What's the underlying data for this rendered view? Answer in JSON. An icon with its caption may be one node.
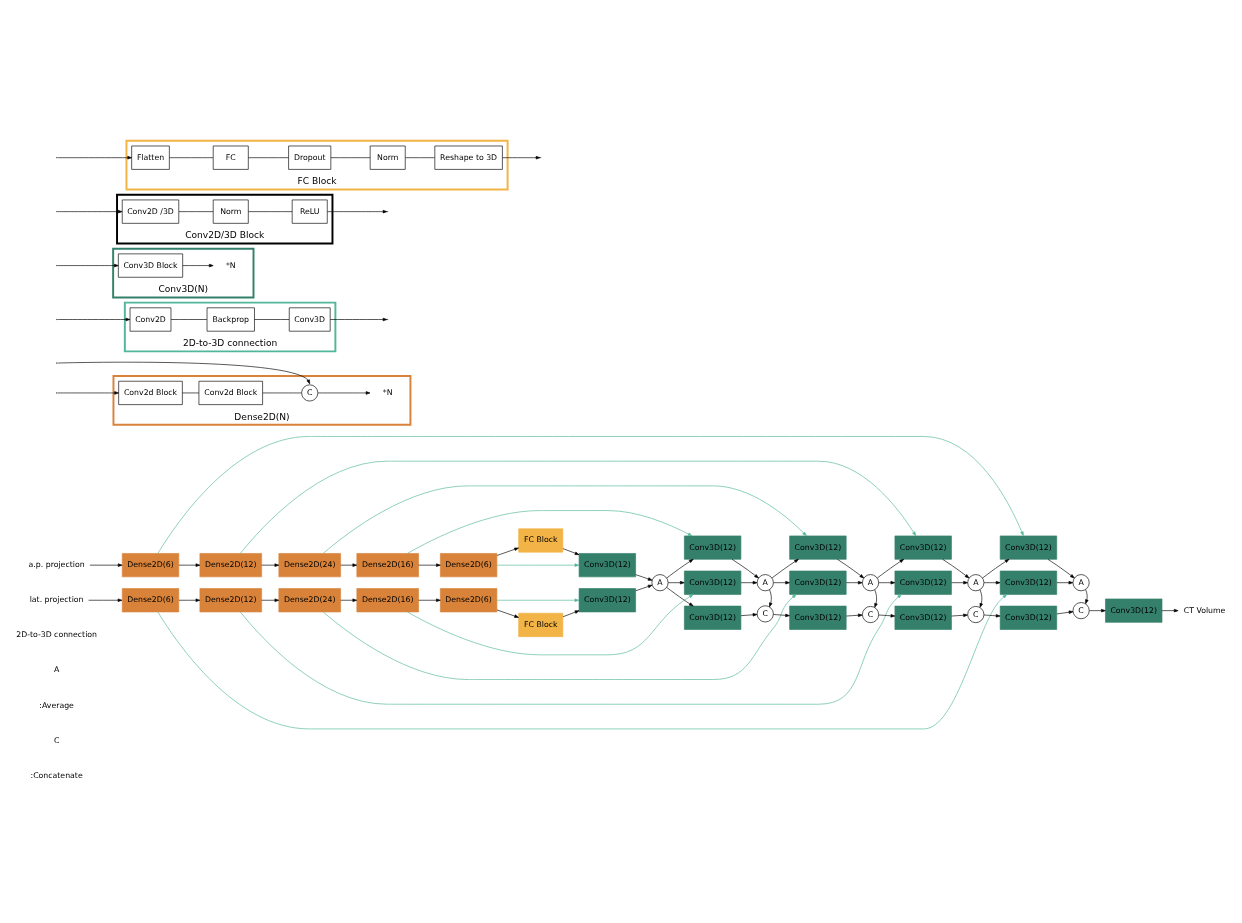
{
  "diagram": {
    "nodes": [
      {
        "text": [
          "a.p. projection"
        ]
      },
      {
        "text": [
          "Dense2D(6)"
        ]
      },
      {
        "text": [
          "Dense2D(12)"
        ]
      },
      {
        "text": [
          "Dense2D(24)"
        ]
      },
      {
        "text": [
          "Dense2D(16)"
        ]
      },
      {
        "text": [
          "Dense2D(6)"
        ]
      },
      {
        "text": [
          "FC Block"
        ]
      },
      {
        "text": [
          "Conv3D(12)"
        ]
      },
      {
        "text": [
          "lat. projection"
        ]
      },
      {
        "text": [
          "Dense2D(6)"
        ]
      },
      {
        "text": [
          "Dense2D(12)"
        ]
      },
      {
        "text": [
          "Dense2D(24)"
        ]
      },
      {
        "text": [
          "Dense2D(16)"
        ]
      },
      {
        "text": [
          "Dense2D(6)"
        ]
      },
      {
        "text": [
          "FC Block"
        ]
      },
      {
        "text": [
          "Conv3D(12)"
        ]
      },
      {
        "text": [
          "Conv3D(12)"
        ]
      },
      {
        "text": [
          "Conv3D(12)"
        ]
      },
      {
        "text": [
          "Conv3D(12)"
        ]
      },
      {
        "text": [
          "Conv3D(12)"
        ]
      },
      {
        "text": [
          "Conv3D(12)"
        ]
      },
      {
        "text": [
          "Conv3D(12)"
        ]
      },
      {
        "text": [
          "Conv3D(12)"
        ]
      },
      {
        "text": [
          "Conv3D(12)"
        ]
      },
      {
        "text": [
          "A"
        ]
      },
      {
        "text": [
          "A"
        ]
      },
      {
        "text": [
          "A"
        ]
      },
      {
        "text": [
          "A"
        ]
      },
      {
        "text": [
          "A"
        ]
      },
      {
        "text": [
          "Conv3D(12)"
        ]
      },
      {
        "text": [
          "Conv3D(12)"
        ]
      },
      {
        "text": [
          "Conv3D(12)"
        ]
      },
      {
        "text": [
          "Conv3D(12)"
        ]
      },
      {
        "text": [
          "Conv3D(12)"
        ]
      },
      {
        "text": [
          "C"
        ]
      },
      {
        "text": [
          "C"
        ]
      },
      {
        "text": [
          "C"
        ]
      },
      {
        "text": [
          "C"
        ]
      },
      {
        "text": [
          "CT Volume"
        ]
      },
      {
        "text": [
          "Dense2D(N)"
        ]
      },
      {
        "text": [
          "Conv2d Block"
        ],
        "in": 39
      },
      {
        "text": [
          "Conv2d Block"
        ],
        "in": 39
      },
      {
        "text": [
          "C"
        ],
        "in": 39
      },
      {
        "text": [
          "*N"
        ],
        "in": 39
      },
      {
        "text": [
          "2D-to-3D connection"
        ]
      },
      {
        "text": [
          "Conv2D"
        ],
        "in": 44
      },
      {
        "text": [
          "Backprop"
        ],
        "in": 44
      },
      {
        "text": [
          "Conv3D"
        ],
        "in": 44
      },
      {
        "text": [
          "Conv3D(N)"
        ]
      },
      {
        "text": [
          "Conv3D Block"
        ],
        "in": 48
      },
      {
        "text": [
          "*N"
        ],
        "in": 48
      },
      {
        "text": [
          "Conv2D/3D Block"
        ]
      },
      {
        "text": [
          "Conv2D /3D"
        ],
        "in": 51
      },
      {
        "text": [
          "Norm"
        ],
        "in": 51
      },
      {
        "text": [
          "ReLU"
        ],
        "in": 51
      },
      {
        "text": [
          "FC Block"
        ]
      },
      {
        "text": [
          "Flatten"
        ],
        "in": 55
      },
      {
        "text": [
          "FC"
        ],
        "in": 55
      },
      {
        "text": [
          "Dropout"
        ],
        "in": 55
      },
      {
        "text": [
          "Norm"
        ],
        "in": 55
      },
      {
        "text": [
          "Reshape to 3D"
        ],
        "in": 55
      }
    ],
    "edges": [
      {
        "from": 0,
        "to": 1,
        "arrow": "to"
      },
      {
        "from": 1,
        "to": 2,
        "arrow": "to"
      },
      {
        "from": 2,
        "to": 3,
        "arrow": "to"
      },
      {
        "from": 3,
        "to": 4,
        "arrow": "to"
      },
      {
        "from": 4,
        "to": 5,
        "arrow": "to"
      },
      {
        "from": 5,
        "to": 6,
        "arrow": "to"
      },
      {
        "from": 6,
        "to": 7,
        "arrow": "to"
      },
      {
        "from": 8,
        "to": 9,
        "arrow": "to"
      },
      {
        "from": 9,
        "to": 10,
        "arrow": "to"
      },
      {
        "from": 10,
        "to": 11,
        "arrow": "to"
      },
      {
        "from": 11,
        "to": 12,
        "arrow": "to"
      },
      {
        "from": 12,
        "to": 13,
        "arrow": "to"
      },
      {
        "from": 13,
        "to": 14,
        "arrow": "to"
      },
      {
        "from": 14,
        "to": 15,
        "arrow": "to"
      },
      {
        "from": 1,
        "to": 19,
        "arrow": "to",
        "color": "#52b79a"
      },
      {
        "from": 2,
        "to": 18,
        "arrow": "to",
        "color": "#52b79a"
      },
      {
        "from": 3,
        "to": 17,
        "arrow": "to",
        "color": "#52b79a"
      },
      {
        "from": 4,
        "to": 16,
        "arrow": "to",
        "color": "#52b79a"
      },
      {
        "from": 5,
        "to": 7,
        "arrow": "to",
        "color": "#52b79a"
      },
      {
        "from": 9,
        "to": 23,
        "arrow": "to",
        "color": "#52b79a"
      },
      {
        "from": 10,
        "to": 22,
        "arrow": "to",
        "color": "#52b79a"
      },
      {
        "from": 11,
        "to": 21,
        "arrow": "to",
        "color": "#52b79a"
      },
      {
        "from": 12,
        "to": 20,
        "arrow": "to",
        "color": "#52b79a"
      },
      {
        "from": 13,
        "to": 15,
        "arrow": "to",
        "color": "#52b79a"
      },
      {
        "from": 7,
        "to": 24,
        "arrow": "to"
      },
      {
        "from": 15,
        "to": 24,
        "arrow": "to"
      },
      {
        "from": 16,
        "to": 25,
        "arrow": "to"
      },
      {
        "from": 20,
        "to": 25,
        "arrow": "to"
      },
      {
        "from": 17,
        "to": 26,
        "arrow": "to"
      },
      {
        "from": 21,
        "to": 26,
        "arrow": "to"
      },
      {
        "from": 18,
        "to": 27,
        "arrow": "to"
      },
      {
        "from": 22,
        "to": 27,
        "arrow": "to"
      },
      {
        "from": 19,
        "to": 28,
        "arrow": "to"
      },
      {
        "from": 23,
        "to": 28,
        "arrow": "to"
      },
      {
        "from": 24,
        "to": 16,
        "arrow": "to"
      },
      {
        "from": 24,
        "to": 20,
        "arrow": "to"
      },
      {
        "from": 24,
        "to": 29,
        "arrow": "to"
      },
      {
        "from": 25,
        "to": 17,
        "arrow": "to"
      },
      {
        "from": 25,
        "to": 21,
        "arrow": "to"
      },
      {
        "from": 25,
        "to": 34,
        "arrow": "to"
      },
      {
        "from": 26,
        "to": 18,
        "arrow": "to"
      },
      {
        "from": 26,
        "to": 22,
        "arrow": "to"
      },
      {
        "from": 26,
        "to": 35,
        "arrow": "to"
      },
      {
        "from": 27,
        "to": 19,
        "arrow": "to"
      },
      {
        "from": 27,
        "to": 23,
        "arrow": "to"
      },
      {
        "from": 27,
        "to": 36,
        "arrow": "to"
      },
      {
        "from": 28,
        "to": 37,
        "arrow": "to"
      },
      {
        "from": 29,
        "to": 34,
        "arrow": "to"
      },
      {
        "from": 34,
        "to": 30,
        "arrow": "to"
      },
      {
        "from": 30,
        "to": 35,
        "arrow": "to"
      },
      {
        "from": 35,
        "to": 31,
        "arrow": "to"
      },
      {
        "from": 31,
        "to": 36,
        "arrow": "to"
      },
      {
        "from": 36,
        "to": 32,
        "arrow": "to"
      },
      {
        "from": 32,
        "to": 37,
        "arrow": "to"
      },
      {
        "from": 37,
        "to": 33,
        "arrow": "to"
      },
      {
        "from": 33,
        "to": 38,
        "arrow": "to"
      },
      {
        "from": null,
        "to": 40,
        "arrow": "to"
      },
      {
        "from": 40,
        "to": 41,
        "arrow": "none"
      },
      {
        "from": 41,
        "to": 42,
        "arrow": "none"
      },
      {
        "from": null,
        "to": 42,
        "arrow": "to"
      },
      {
        "from": 42,
        "to": 43,
        "arrow": "to"
      },
      {
        "from": null,
        "to": 45,
        "arrow": "to"
      },
      {
        "from": 45,
        "to": 46,
        "arrow": "none"
      },
      {
        "from": 46,
        "to": 47,
        "arrow": "none"
      },
      {
        "from": 47,
        "to": null,
        "arrow": "to"
      },
      {
        "from": null,
        "to": 49,
        "arrow": "to"
      },
      {
        "from": 49,
        "to": 50,
        "arrow": "to"
      },
      {
        "from": null,
        "to": 52,
        "arrow": "to"
      },
      {
        "from": 52,
        "to": 53,
        "arrow": "none"
      },
      {
        "from": 53,
        "to": 54,
        "arrow": "none"
      },
      {
        "from": 54,
        "to": null,
        "arrow": "to"
      },
      {
        "from": null,
        "to": 56,
        "arrow": "to"
      },
      {
        "from": 56,
        "to": 57,
        "arrow": "none"
      },
      {
        "from": 57,
        "to": 58,
        "arrow": "none"
      },
      {
        "from": 58,
        "to": 59,
        "arrow": "none"
      },
      {
        "from": 59,
        "to": 60,
        "arrow": "none"
      },
      {
        "from": 60,
        "to": null,
        "arrow": "to"
      }
    ],
    "labels": [
      "2D-to-3D connection",
      "A",
      ":Average",
      "C",
      ":Concatenate"
    ]
  }
}
